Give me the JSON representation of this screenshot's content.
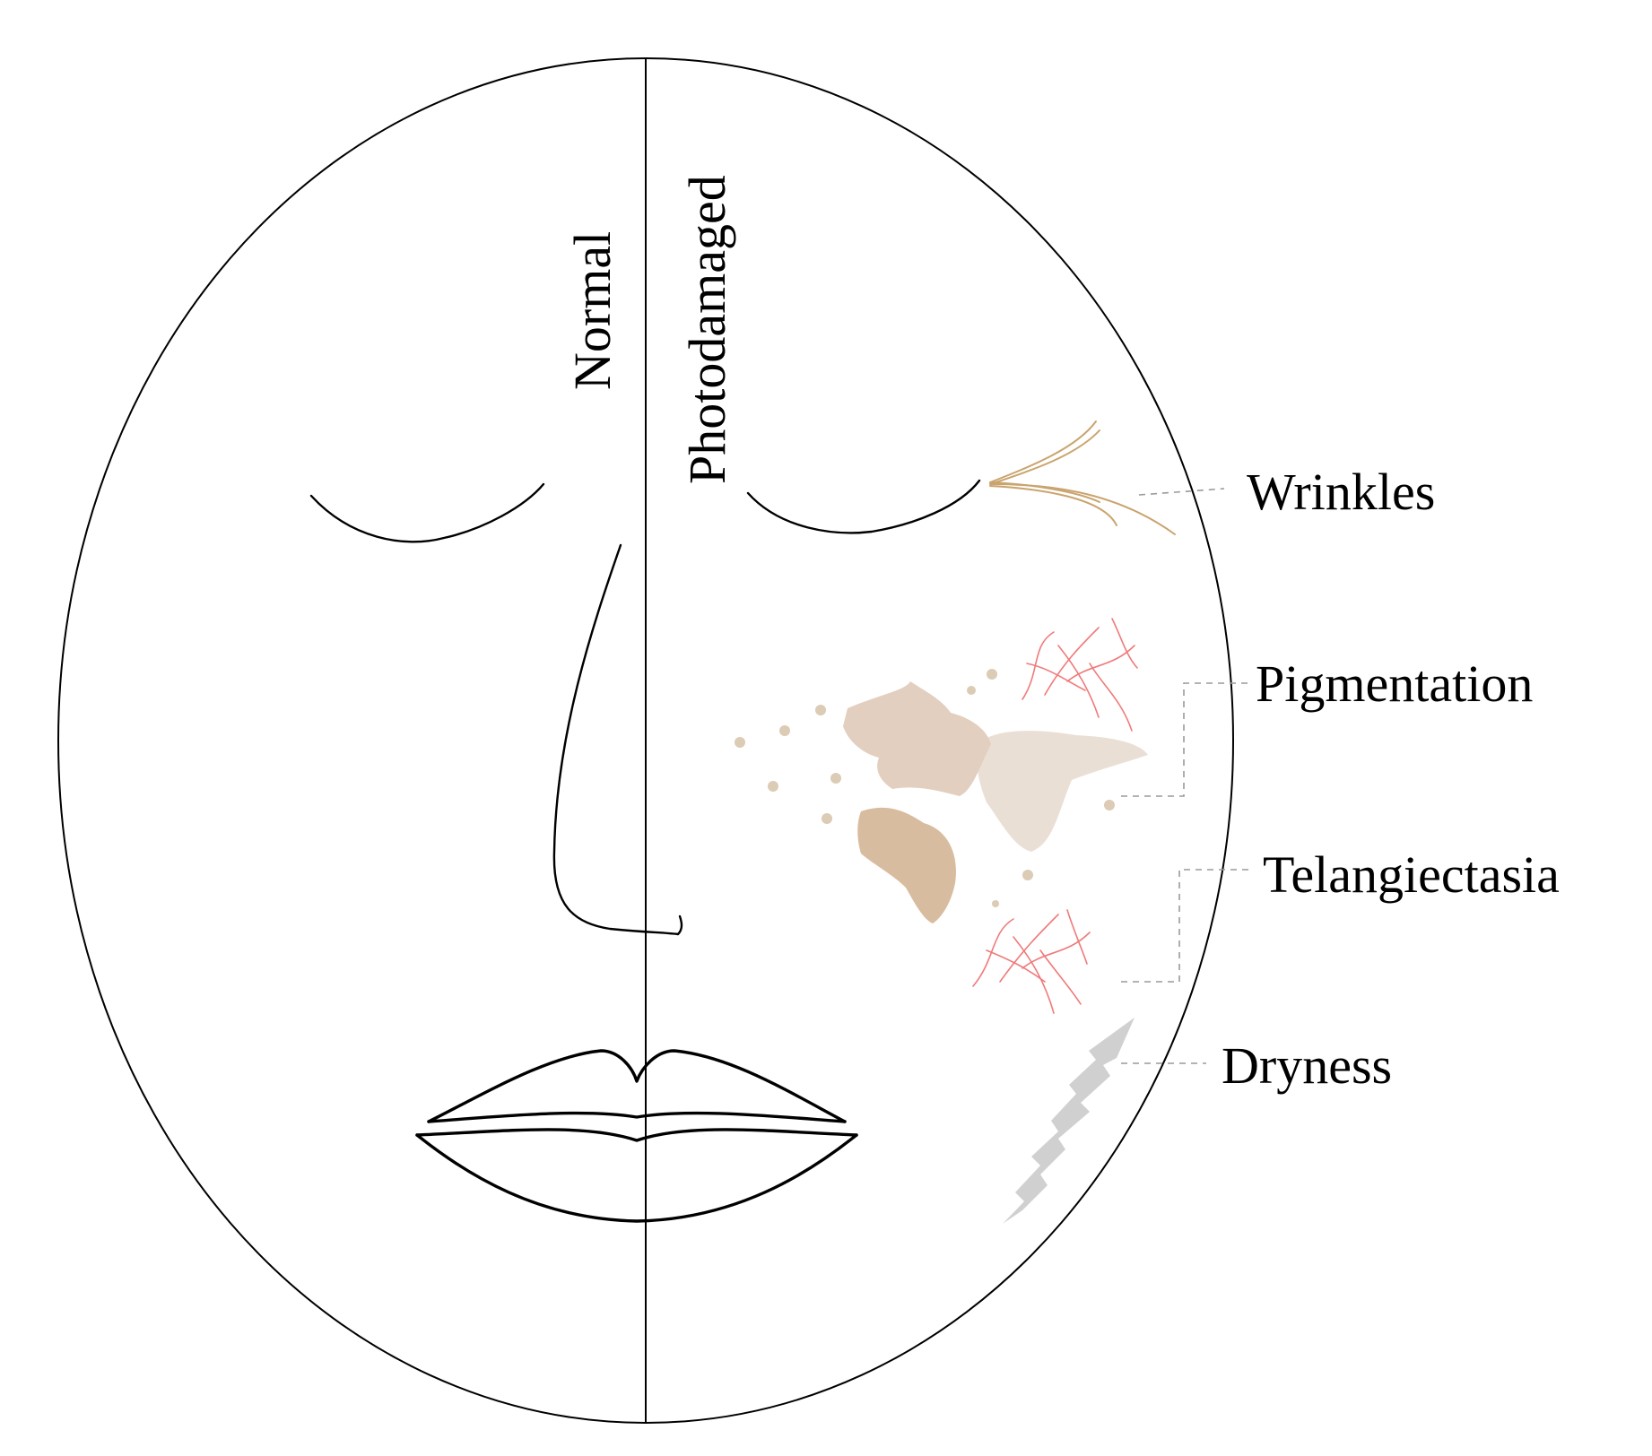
{
  "side_labels": {
    "left": "Normal",
    "right": "Photodamaged"
  },
  "annotations": {
    "wrinkles": "Wrinkles",
    "pigmentation": "Pigmentation",
    "telangiectasia": "Telangiectasia",
    "dryness": "Dryness"
  },
  "colors": {
    "outline": "#000000",
    "wrinkles": "#c9a46e",
    "pigmentation_light": "#eadfd5",
    "pigmentation_mid": "#e2cfbf",
    "pigmentation_dark": "#d8bc9f",
    "telangiectasia": "#f07a7a",
    "dryness": "#d0d0d0",
    "leader": "#9a9a9a"
  }
}
